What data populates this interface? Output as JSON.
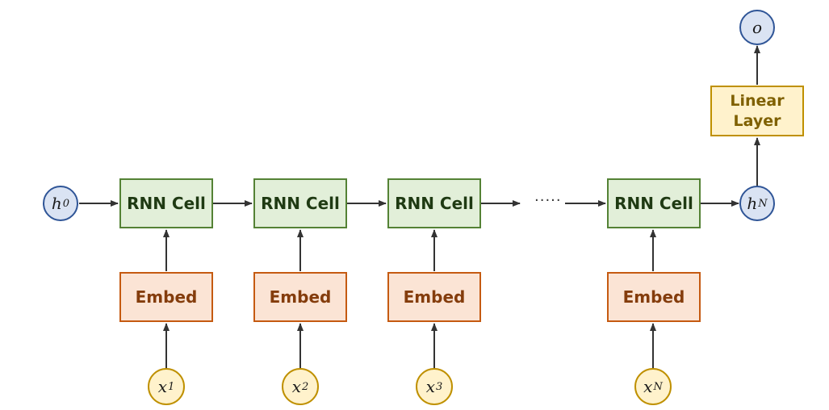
{
  "diagram": {
    "nodes": {
      "h0": {
        "base": "h",
        "sub": "0"
      },
      "hN": {
        "base": "h",
        "sub": "N"
      },
      "o": {
        "base": "o"
      },
      "linear_layer": {
        "line1": "Linear",
        "line2": "Layer"
      },
      "ellipsis": "·····",
      "rnn_cells": [
        {
          "label": "RNN Cell"
        },
        {
          "label": "RNN Cell"
        },
        {
          "label": "RNN Cell"
        },
        {
          "label": "RNN Cell"
        }
      ],
      "embeds": [
        {
          "label": "Embed"
        },
        {
          "label": "Embed"
        },
        {
          "label": "Embed"
        },
        {
          "label": "Embed"
        }
      ],
      "inputs": [
        {
          "base": "x",
          "sub": "1"
        },
        {
          "base": "x",
          "sub": "2"
        },
        {
          "base": "x",
          "sub": "3"
        },
        {
          "base": "x",
          "sub": "N"
        }
      ]
    },
    "colors": {
      "rnn_fill": "#e2efd9",
      "rnn_border": "#548235",
      "embed_fill": "#fbe4d5",
      "embed_border": "#c55a11",
      "linear_fill": "#fff2cc",
      "linear_border": "#bf9000",
      "hidden_fill": "#dae3f3",
      "hidden_border": "#2f5597",
      "input_fill": "#fff2cc",
      "input_border": "#bf9000",
      "arrow": "#333333"
    }
  }
}
